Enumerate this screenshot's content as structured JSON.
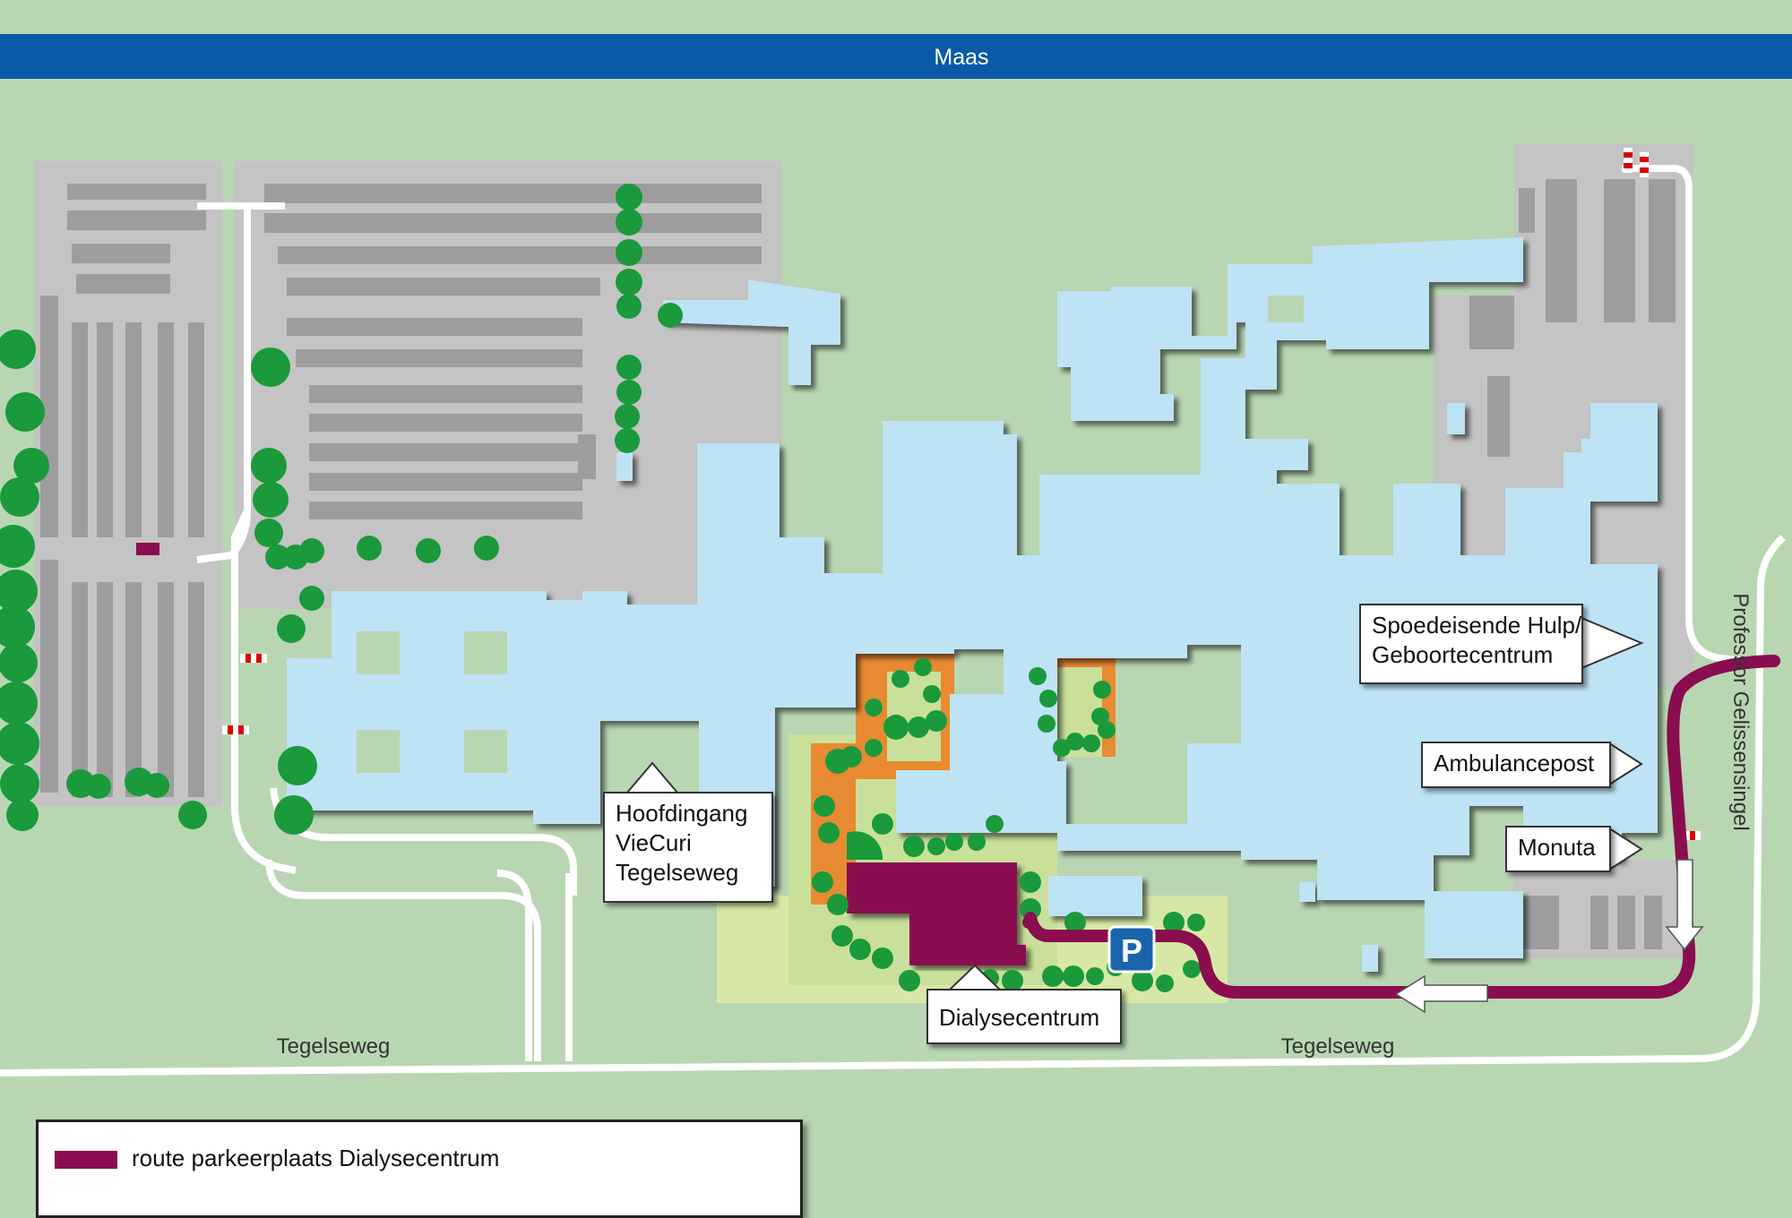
{
  "map": {
    "river_label": "Maas",
    "street_left": "Tegelseweg",
    "street_right": "Tegelseweg",
    "street_east": "Professor Gelissensingel",
    "parking_symbol": "P",
    "callouts": {
      "emergency": [
        "Spoedeisende Hulp/",
        "Geboortecentrum"
      ],
      "ambulance": [
        "Ambulancepost"
      ],
      "monuta": [
        "Monuta"
      ],
      "main_entrance": [
        "Hoofdingang",
        "VieCuri",
        "Tegelseweg"
      ],
      "dialysis": [
        "Dialysecentrum"
      ]
    },
    "legend": {
      "label": "route parkeerplaats Dialysecentrum"
    },
    "colors": {
      "grass": "#b9d6b3",
      "river": "#0b5aa8",
      "building": "#bde3f5",
      "parking": "#c4c4c4",
      "route": "#8a0d4f",
      "tree": "#1a9a3a",
      "parking_sign": "#1b65ad"
    }
  }
}
